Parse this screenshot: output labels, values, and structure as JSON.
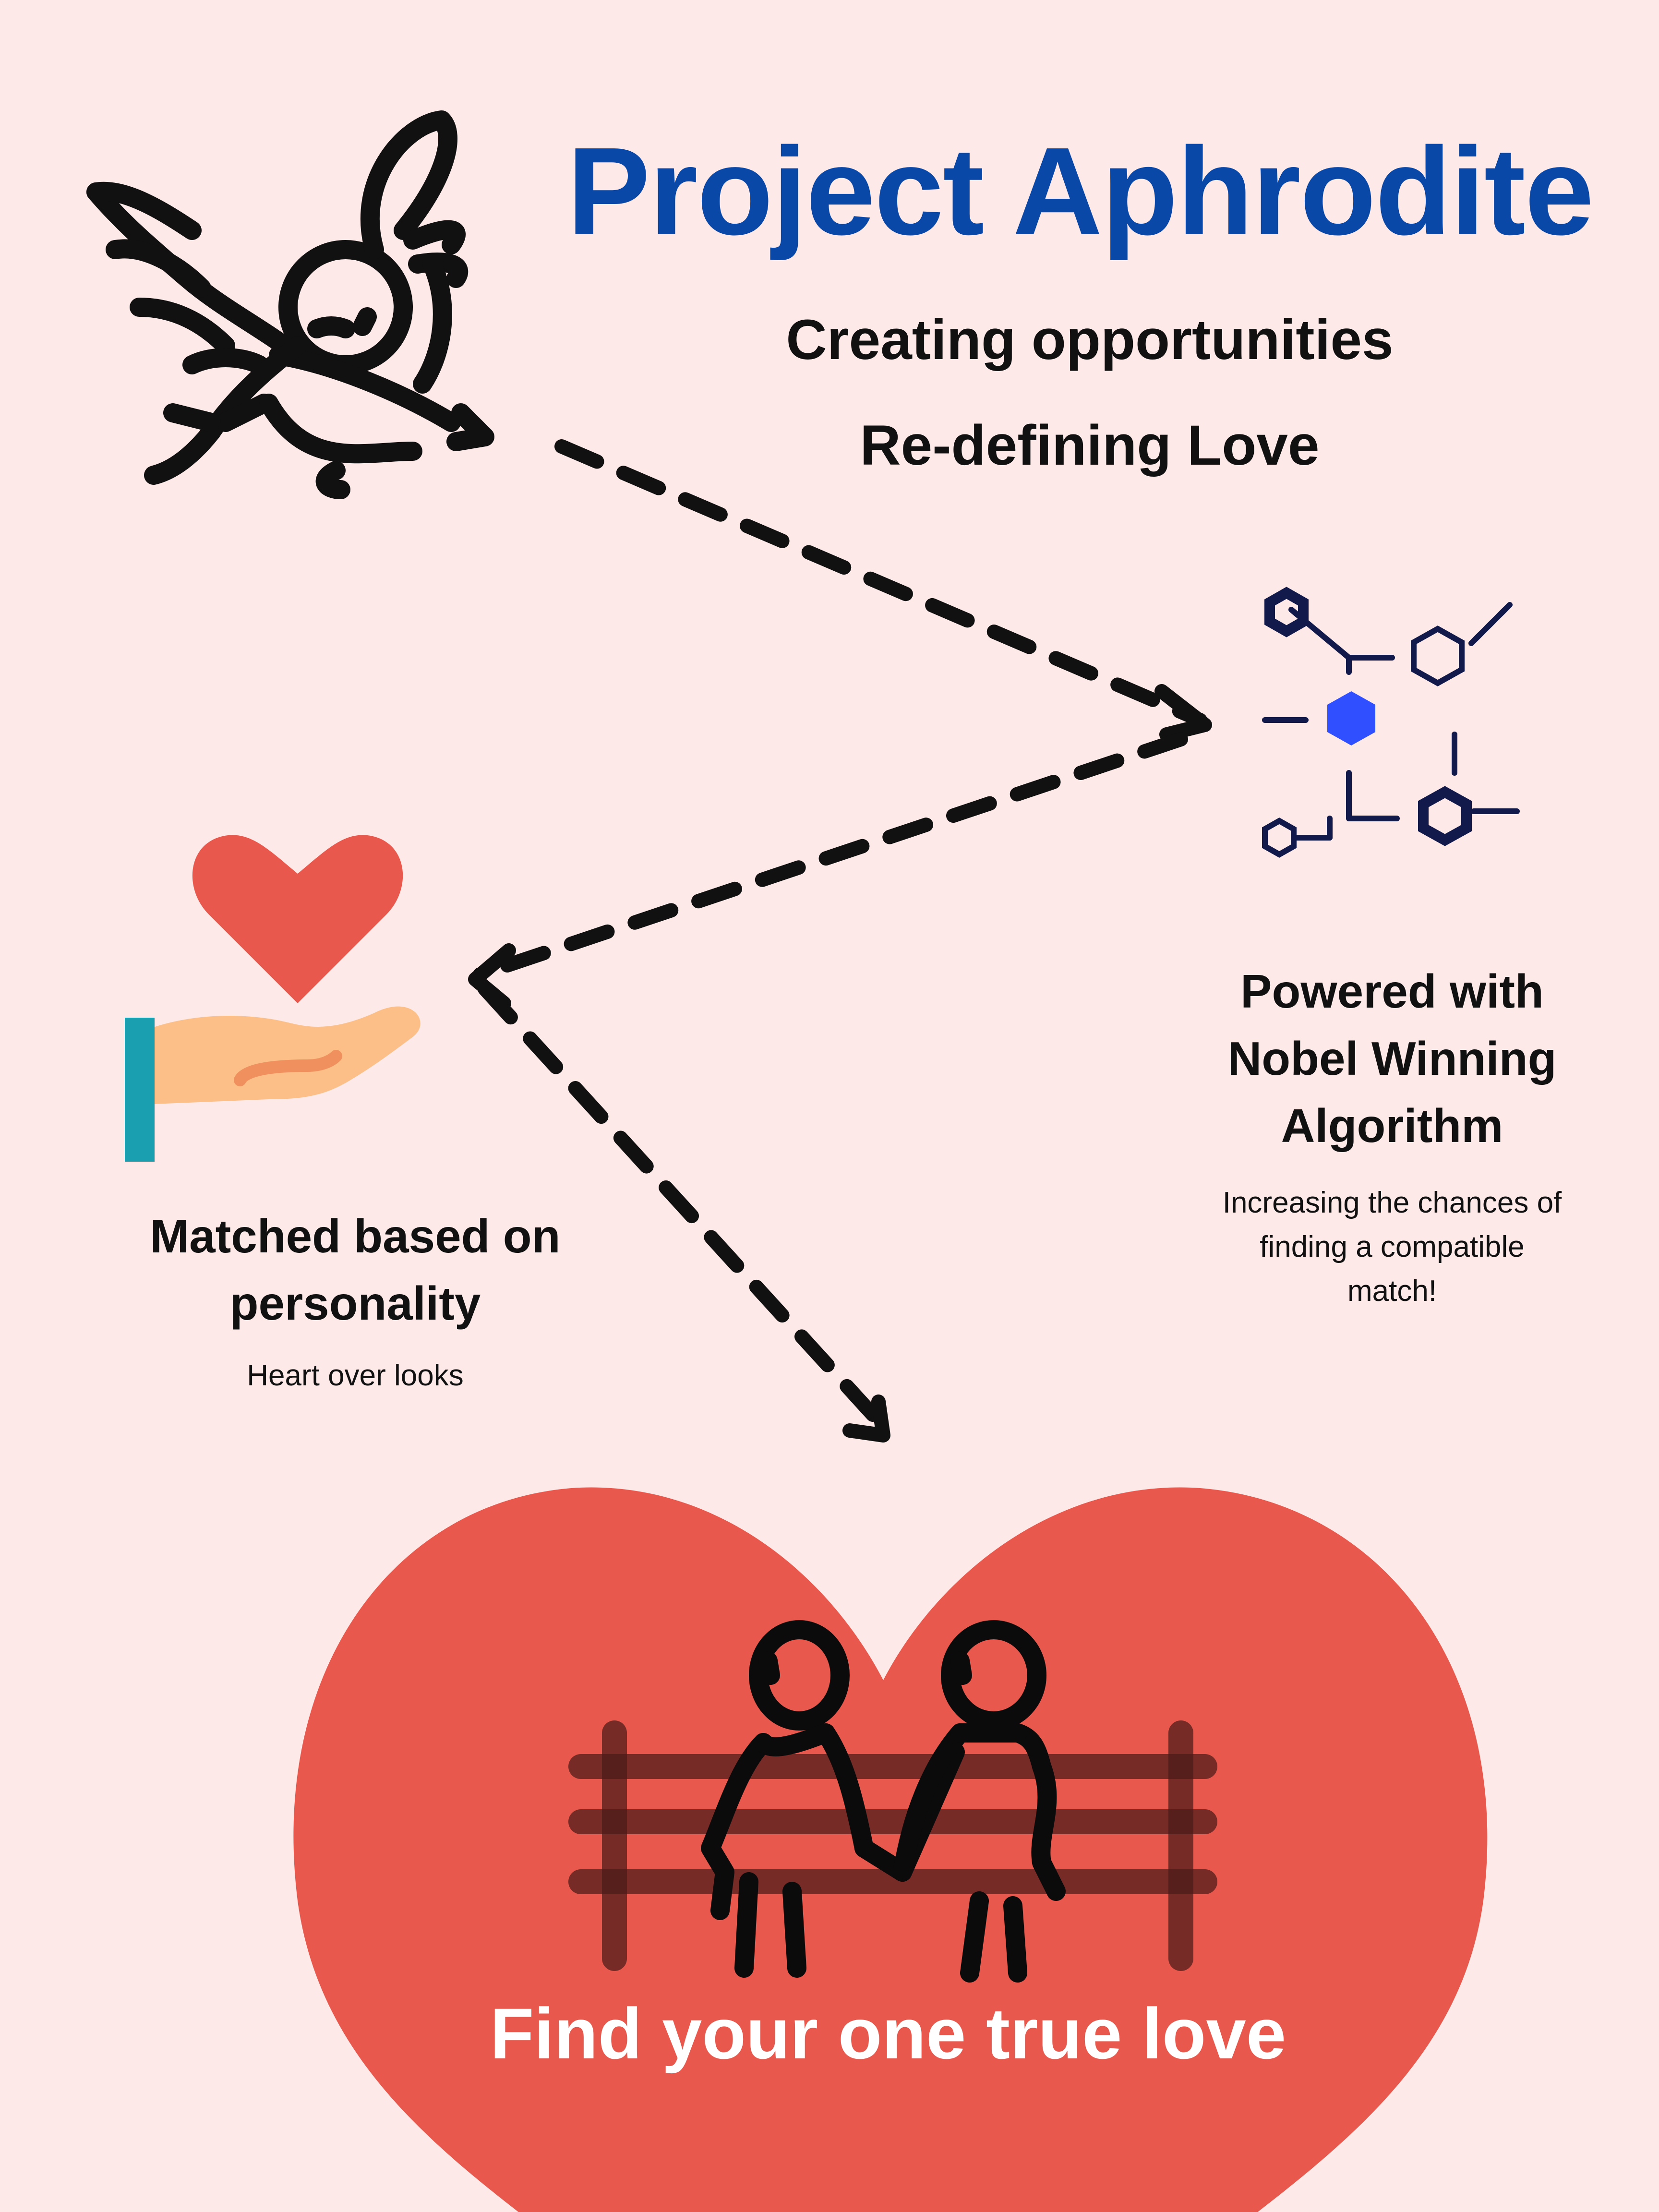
{
  "header": {
    "title": "Project Aphrodite",
    "tagline_1": "Creating opportunities",
    "tagline_2": "Re-defining Love"
  },
  "feature_algorithm": {
    "heading_lines": [
      "Powered with",
      "Nobel Winning",
      "Algorithm"
    ],
    "description_lines": [
      "Increasing the chances of",
      "finding a compatible",
      "match!"
    ]
  },
  "feature_matching": {
    "heading_lines": [
      "Matched based on",
      "personality"
    ],
    "description": "Heart over looks"
  },
  "footer": {
    "call_to_action": "Find your one true love"
  },
  "colors": {
    "background": "#fde9e8",
    "title_blue": "#0a48a8",
    "heart_red": "#e8584c",
    "molecule_navy": "#111a4a",
    "molecule_accent": "#3050ff",
    "hand_skin": "#fbbf87",
    "cuff_teal": "#1a9fb0"
  },
  "icons": [
    "cupid-icon",
    "molecule-icon",
    "heart-in-hand-icon",
    "couple-on-bench-icon",
    "dashed-arrow"
  ]
}
